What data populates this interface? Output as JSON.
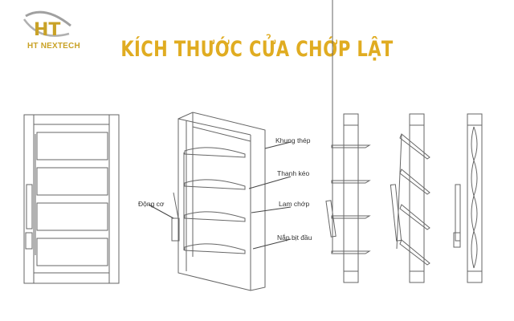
{
  "logo": {
    "monogram": "HT",
    "name": "HT NEXTECH"
  },
  "title": "KÍCH THƯỚC CỬA CHỚP LẬT",
  "labels": {
    "frame": "Khung thép",
    "pull_bar": "Thanh kéo",
    "louver": "Lam chớp",
    "end_cap": "Nắp bịt đầu",
    "motor": "Động cơ"
  },
  "colors": {
    "brand_gold": "#e0ac21",
    "logo_gold": "#c9a227",
    "logo_swoosh": "#9a9a9a",
    "line": "#555555"
  },
  "views": [
    "front-elevation",
    "isometric",
    "side-section-open",
    "side-section-angled",
    "side-section-closed"
  ]
}
